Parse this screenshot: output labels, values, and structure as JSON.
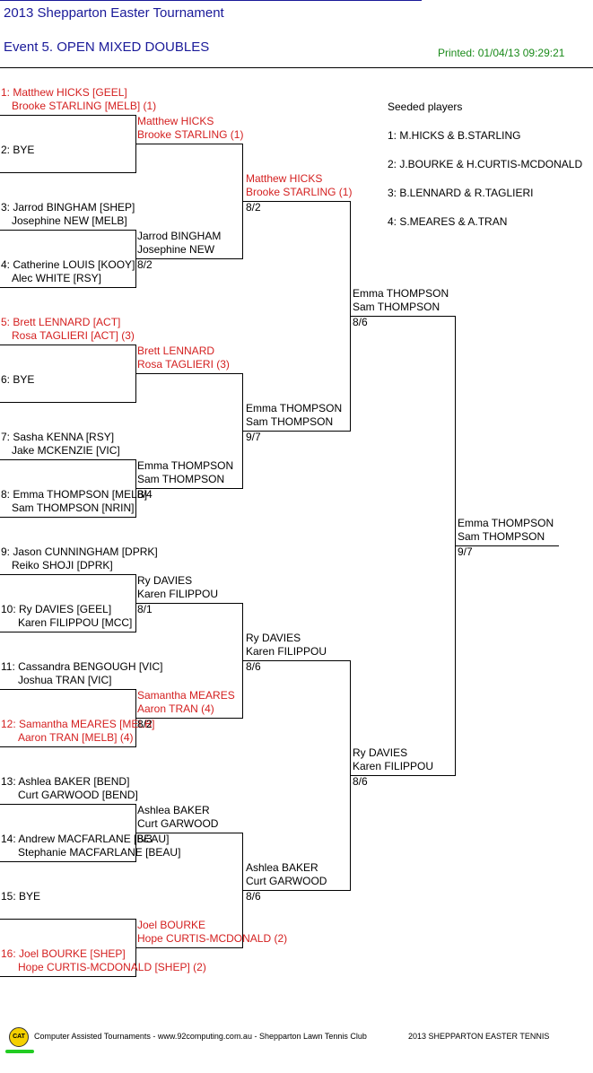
{
  "header": {
    "tournament": "2013 Shepparton Easter Tournament",
    "event": "Event 5. OPEN MIXED DOUBLES",
    "printed": "Printed: 01/04/13 09:29:21"
  },
  "draw": [
    {
      "line1": "1: Matthew HICKS [GEEL]",
      "line2": "Brooke STARLING [MELB] (1)",
      "seeded": true
    },
    {
      "line1": "2: BYE",
      "line2": "",
      "seeded": false
    },
    {
      "line1": "3: Jarrod BINGHAM [SHEP]",
      "line2": "Josephine NEW [MELB]",
      "seeded": false
    },
    {
      "line1": "4: Catherine LOUIS [KOOY]",
      "line2": "Alec WHITE [RSY]",
      "seeded": false
    },
    {
      "line1": "5: Brett LENNARD [ACT]",
      "line2": "Rosa TAGLIERI [ACT] (3)",
      "seeded": true
    },
    {
      "line1": "6: BYE",
      "line2": "",
      "seeded": false
    },
    {
      "line1": "7: Sasha KENNA [RSY]",
      "line2": "Jake MCKENZIE [VIC]",
      "seeded": false
    },
    {
      "line1": "8: Emma THOMPSON [MELB]",
      "line2": "Sam THOMPSON [NRIN]",
      "seeded": false
    },
    {
      "line1": "9: Jason CUNNINGHAM [DPRK]",
      "line2": "Reiko SHOJI [DPRK]",
      "seeded": false
    },
    {
      "line1": "10: Ry DAVIES [GEEL]",
      "line2": "Karen FILIPPOU [MCC]",
      "seeded": false
    },
    {
      "line1": "11: Cassandra BENGOUGH [VIC]",
      "line2": "Joshua TRAN [VIC]",
      "seeded": false
    },
    {
      "line1": "12: Samantha MEARES [MELB]",
      "line2": "Aaron TRAN [MELB] (4)",
      "seeded": true
    },
    {
      "line1": "13: Ashlea BAKER [BEND]",
      "line2": "Curt GARWOOD [BEND]",
      "seeded": false
    },
    {
      "line1": "14: Andrew MACFARLANE [BEAU]",
      "line2": "Stephanie MACFARLANE [BEAU]",
      "seeded": false
    },
    {
      "line1": "15: BYE",
      "line2": "",
      "seeded": false
    },
    {
      "line1": "16: Joel BOURKE [SHEP]",
      "line2": "Hope CURTIS-MCDONALD [SHEP] (2)",
      "seeded": true
    }
  ],
  "round2": [
    {
      "line1": "Matthew HICKS",
      "line2": "Brooke STARLING (1)",
      "score": "",
      "seeded": true
    },
    {
      "line1": "Jarrod BINGHAM",
      "line2": "Josephine NEW",
      "score": "8/2",
      "seeded": false
    },
    {
      "line1": "Brett LENNARD",
      "line2": "Rosa TAGLIERI (3)",
      "score": "",
      "seeded": true
    },
    {
      "line1": "Emma THOMPSON",
      "line2": "Sam THOMPSON",
      "score": "8/4",
      "seeded": false
    },
    {
      "line1": "Ry DAVIES",
      "line2": "Karen FILIPPOU",
      "score": "8/1",
      "seeded": false
    },
    {
      "line1": "Samantha MEARES",
      "line2": "Aaron TRAN (4)",
      "score": "8/2",
      "seeded": true
    },
    {
      "line1": "Ashlea BAKER",
      "line2": "Curt GARWOOD",
      "score": "8/3",
      "seeded": false
    },
    {
      "line1": "Joel BOURKE",
      "line2": "Hope CURTIS-MCDONALD (2)",
      "score": "",
      "seeded": true
    }
  ],
  "quarterfinals": [
    {
      "line1": "Matthew HICKS",
      "line2": "Brooke STARLING (1)",
      "score": "8/2",
      "seeded": true
    },
    {
      "line1": "Emma THOMPSON",
      "line2": "Sam THOMPSON",
      "score": "9/7",
      "seeded": false
    },
    {
      "line1": "Ry DAVIES",
      "line2": "Karen FILIPPOU",
      "score": "8/6",
      "seeded": false
    },
    {
      "line1": "Ashlea BAKER",
      "line2": "Curt GARWOOD",
      "score": "8/6",
      "seeded": false
    }
  ],
  "semifinals": [
    {
      "line1": "Emma THOMPSON",
      "line2": "Sam THOMPSON",
      "score": "8/6",
      "seeded": false
    },
    {
      "line1": "Ry DAVIES",
      "line2": "Karen FILIPPOU",
      "score": "8/6",
      "seeded": false
    }
  ],
  "final": {
    "line1": "Emma THOMPSON",
    "line2": "Sam THOMPSON",
    "score": "9/7",
    "seeded": false
  },
  "seeds": {
    "heading": "Seeded players",
    "items": [
      "1: M.HICKS & B.STARLING",
      "2: J.BOURKE & H.CURTIS-MCDONALD",
      "3: B.LENNARD & R.TAGLIERI",
      "4: S.MEARES & A.TRAN"
    ]
  },
  "footer": {
    "logo": "CAT",
    "left": "Computer Assisted Tournaments - www.92computing.com.au -  Shepparton Lawn Tennis Club",
    "right": "2013 SHEPPARTON EASTER TENNIS"
  },
  "colors": {
    "seeded": "#d42020",
    "title": "#1a1a99",
    "printed": "#1a8a1a"
  }
}
